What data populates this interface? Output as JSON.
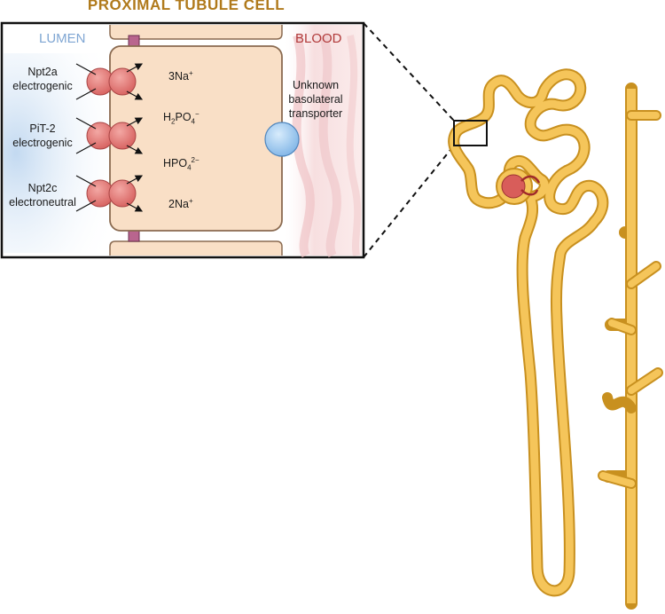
{
  "title": "PROXIMAL TUBULE CELL",
  "regions": {
    "lumen": "LUMEN",
    "blood": "BLOOD"
  },
  "transporters": [
    {
      "name": "Npt2a",
      "type": "electrogenic"
    },
    {
      "name": "PiT-2",
      "type": "electrogenic"
    },
    {
      "name": "Npt2c",
      "type": "electroneutral"
    }
  ],
  "basolateral": {
    "line1": "Unknown",
    "line2": "basolateral",
    "line3": "transporter"
  },
  "ions": [
    {
      "base": "3Na",
      "sub": "",
      "sup": "+"
    },
    {
      "base": "H",
      "sub": "2",
      "mid": "PO",
      "sub2": "4",
      "sup": "−"
    },
    {
      "base": "HPO",
      "sub": "4",
      "sup": "2−"
    },
    {
      "base": "2Na",
      "sub": "",
      "sup": "+"
    }
  ],
  "colors": {
    "tubule": "#f5c55a",
    "tubule_edge": "#c8901f",
    "cell": "#f9dfc6",
    "cell_edge": "#8a6a50",
    "transporter": "#e07a78",
    "basolateral": "#a8d0f2",
    "title": "#b07a1c",
    "lumen": "#7fa6d3",
    "blood": "#b13a3a"
  }
}
